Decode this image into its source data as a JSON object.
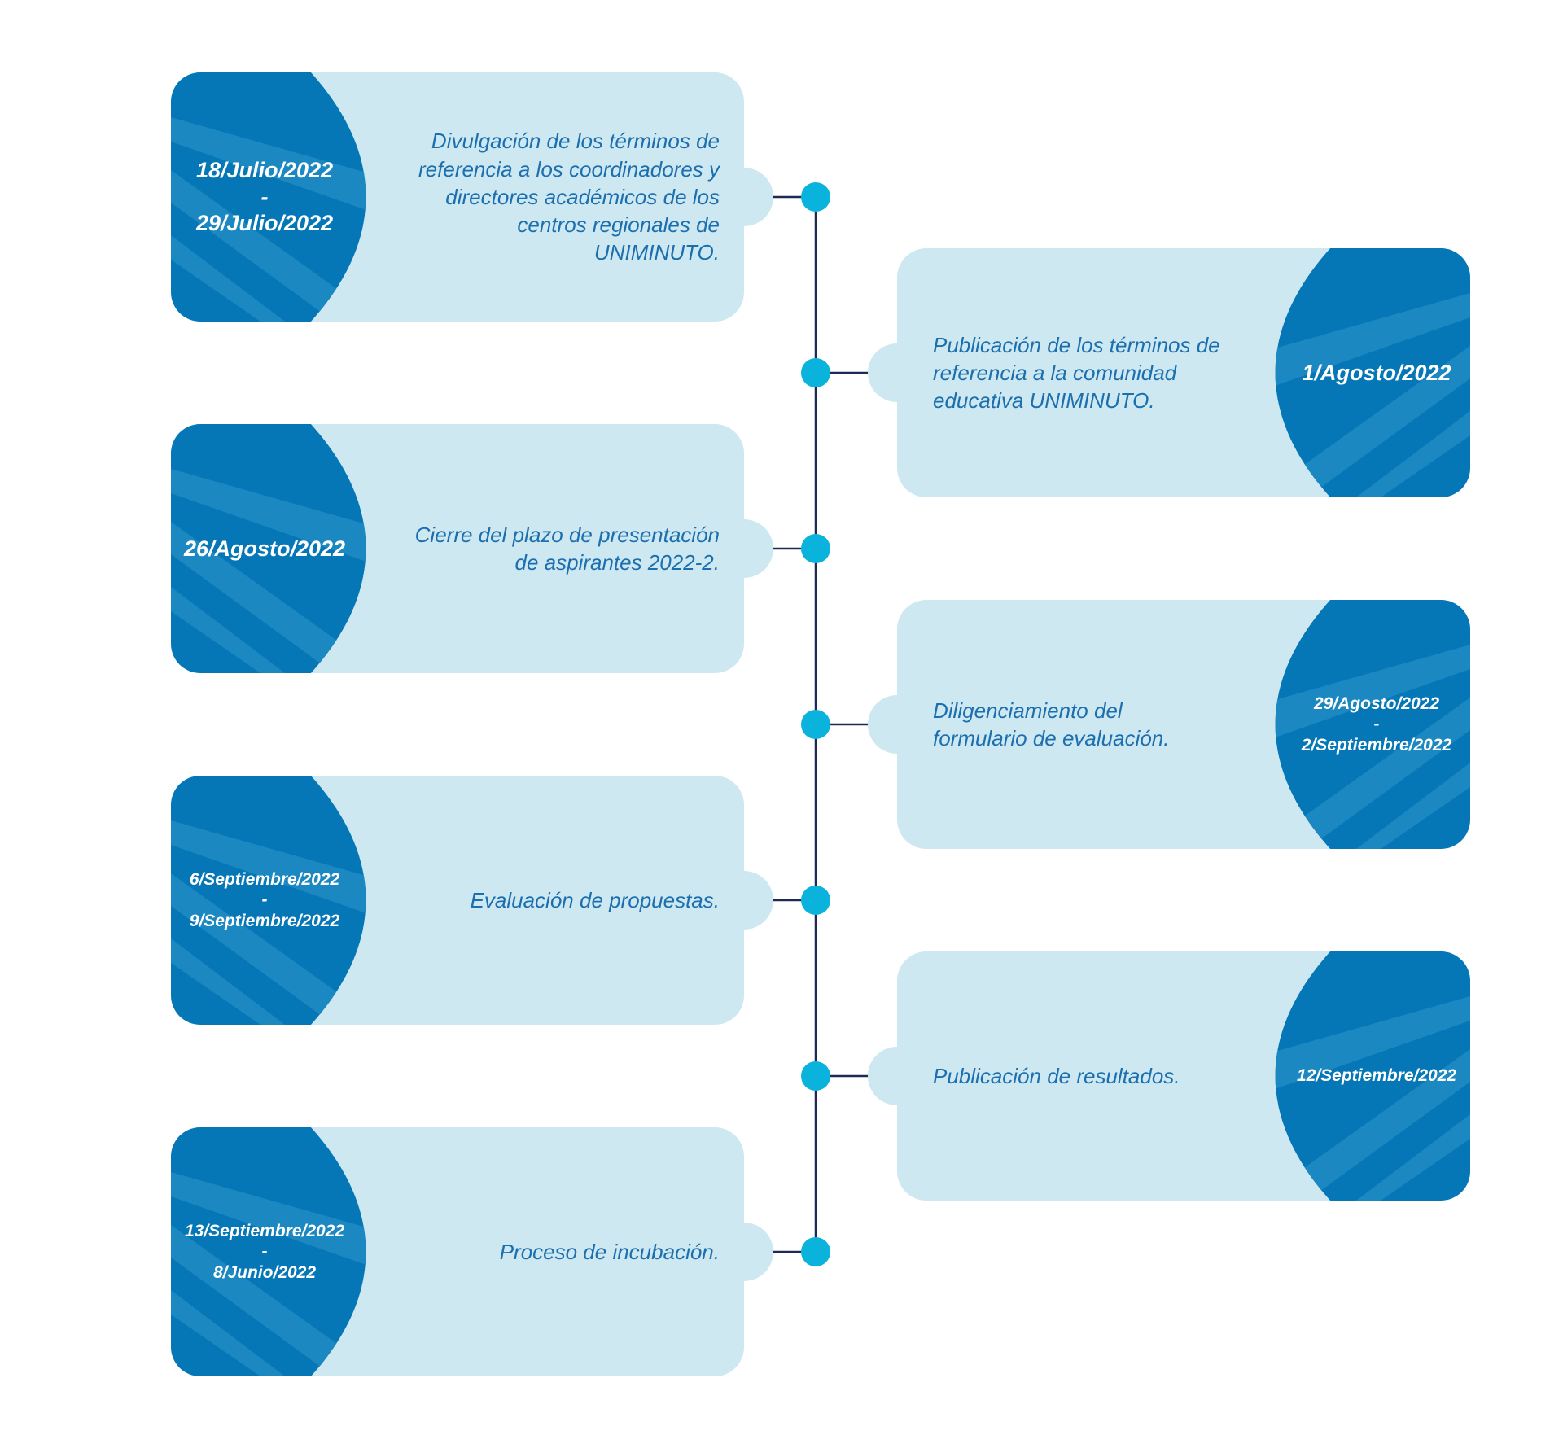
{
  "colors": {
    "card_bg": "#cde8f1",
    "date_bg": "#0577b7",
    "date_ray": "#1b88c2",
    "text_blue": "#1c6fae",
    "dot": "#0ab3dc",
    "line": "#1e2a55"
  },
  "events": [
    {
      "side": "left",
      "date_lines": [
        "18/Julio/2022",
        "-",
        "29/Julio/2022"
      ],
      "desc_lines": [
        "Divulgación de los términos de",
        "referencia a los coordinadores y",
        "directores académicos de los",
        "centros regionales de",
        "UNIMINUTO."
      ]
    },
    {
      "side": "right",
      "date_lines": [
        "1/Agosto/2022"
      ],
      "desc_lines": [
        "Publicación de los términos de",
        "referencia a la comunidad",
        "educativa UNIMINUTO."
      ]
    },
    {
      "side": "left",
      "date_lines": [
        "26/Agosto/2022"
      ],
      "desc_lines": [
        "Cierre del plazo de presentación",
        "de aspirantes 2022-2."
      ]
    },
    {
      "side": "right",
      "date_lines": [
        "29/Agosto/2022",
        "-",
        "2/Septiembre/2022"
      ],
      "desc_lines": [
        "Diligenciamiento del",
        "formulario de evaluación."
      ]
    },
    {
      "side": "left",
      "date_lines": [
        "6/Septiembre/2022",
        "-",
        "9/Septiembre/2022"
      ],
      "desc_lines": [
        "Evaluación de propuestas."
      ]
    },
    {
      "side": "right",
      "date_lines": [
        "12/Septiembre/2022"
      ],
      "desc_lines": [
        "Publicación de resultados."
      ]
    },
    {
      "side": "left",
      "date_lines": [
        "13/Septiembre/2022",
        "-",
        "8/Junio/2022"
      ],
      "desc_lines": [
        "Proceso de incubación."
      ]
    }
  ]
}
